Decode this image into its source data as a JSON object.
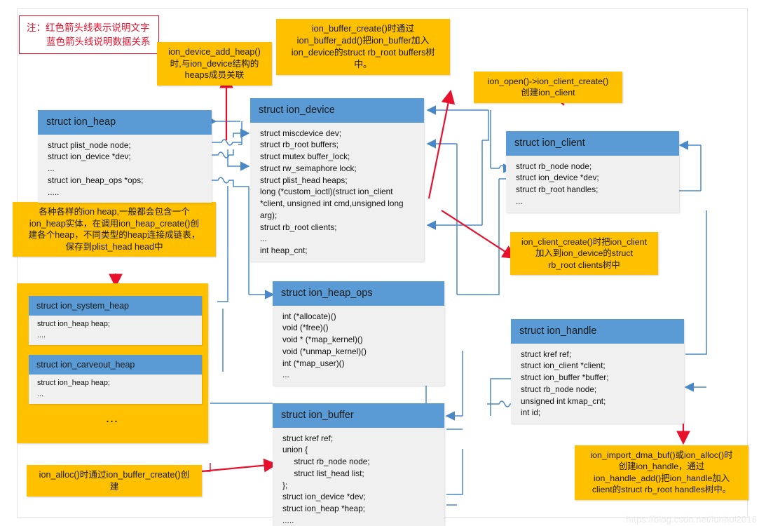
{
  "legend": {
    "line1": "注：红色箭头线表示说明文字",
    "line2": "蓝色箭头线说明数据关系",
    "border_color": "#E8112D"
  },
  "colors": {
    "header_blue": "#5B9BD5",
    "body_gray": "#F0F0F0",
    "note_yellow": "#FFC000",
    "red_arrow": "#E8112D",
    "blue_arrow": "#4A87C7"
  },
  "notes": [
    {
      "id": "note-device-add-heap",
      "lines": [
        "ion_device_add_heap()",
        "时,与ion_device结构的",
        "heaps成员关联"
      ]
    },
    {
      "id": "note-buffer-create",
      "lines": [
        "ion_buffer_create()时通过",
        "ion_buffer_add()把ion_buffer加入",
        "ion_device的struct rb_root buffers树",
        "中。"
      ]
    },
    {
      "id": "note-ion-open",
      "lines": [
        "ion_open()->ion_client_create()",
        "创建ion_client"
      ]
    },
    {
      "id": "note-client-create",
      "lines": [
        "ion_client_create()时把ion_client",
        "加入到ion_device的struct",
        "rb_root clients树中"
      ]
    },
    {
      "id": "note-heap-create",
      "lines": [
        "各种各样的ion heap,一般都会包含一个",
        "ion_heap实体，在调用ion_heap_create()创",
        "建各个heap，不同类型的heap连接成链表，",
        "保存到plist_head head中"
      ]
    },
    {
      "id": "note-ion-alloc",
      "lines": [
        "ion_alloc()时通过ion_buffer_create()创",
        "建"
      ]
    },
    {
      "id": "note-import-dma-buf",
      "lines": [
        "ion_import_dma_buf()或ion_alloc()时",
        "创建ion_handle，通过",
        "ion_handle_add()把ion_handle加入",
        "client的struct rb_root handles树中。"
      ]
    }
  ],
  "structs": [
    {
      "id": "struct-ion-heap",
      "title": "struct ion_heap",
      "fields": [
        "struct plist_node node;",
        "struct ion_device *dev;",
        "...",
        "struct ion_heap_ops *ops;",
        "....."
      ]
    },
    {
      "id": "struct-ion-device",
      "title": "struct ion_device",
      "fields": [
        "struct miscdevice dev;",
        "struct rb_root buffers;",
        "struct mutex buffer_lock;",
        "struct rw_semaphore lock;",
        "struct plist_head heaps;",
        "long (*custom_ioctl)(struct ion_client",
        "*client, unsigned int cmd,unsigned long",
        "arg);",
        "struct rb_root clients;",
        "...",
        "int heap_cnt;"
      ]
    },
    {
      "id": "struct-ion-client",
      "title": "struct ion_client",
      "fields": [
        "struct rb_node node;",
        "struct ion_device *dev;",
        "struct rb_root handles;",
        "..."
      ]
    },
    {
      "id": "struct-ion-system-heap",
      "title": "struct ion_system_heap",
      "fields": [
        "struct ion_heap heap;",
        "...."
      ]
    },
    {
      "id": "struct-ion-carveout-heap",
      "title": "struct ion_carveout_heap",
      "fields": [
        "struct ion_heap heap;",
        "..."
      ]
    },
    {
      "id": "struct-ion-heap-ops",
      "title": "struct ion_heap_ops",
      "fields": [
        "int (*allocate)()",
        "void (*free)()",
        "void * (*map_kernel)()",
        "void (*unmap_kernel)()",
        "int (*map_user)()",
        "..."
      ]
    },
    {
      "id": "struct-ion-handle",
      "title": "struct ion_handle",
      "fields": [
        "struct kref ref;",
        "struct ion_client *client;",
        "struct ion_buffer *buffer;",
        "struct rb_node node;",
        "unsigned int kmap_cnt;",
        "int id;"
      ]
    },
    {
      "id": "struct-ion-buffer",
      "title": "struct ion_buffer",
      "fields": [
        "struct kref ref;",
        "union {",
        "     struct rb_node node;",
        "     struct list_head list;",
        "};",
        "struct ion_device *dev;",
        "struct ion_heap *heap;",
        "....."
      ]
    }
  ],
  "heap_group": {
    "ellipsis": "…"
  },
  "watermark": {
    "text": "https://blog.csdn.net/lunhui2016"
  }
}
